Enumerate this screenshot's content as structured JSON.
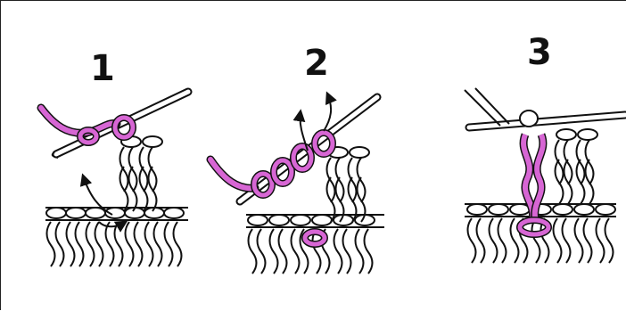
{
  "steps": [
    {
      "number": "1"
    },
    {
      "number": "2"
    },
    {
      "number": "3"
    }
  ],
  "colors": {
    "yarn_highlight": "#d766d4",
    "outline": "#111111",
    "background": "#ffffff"
  }
}
